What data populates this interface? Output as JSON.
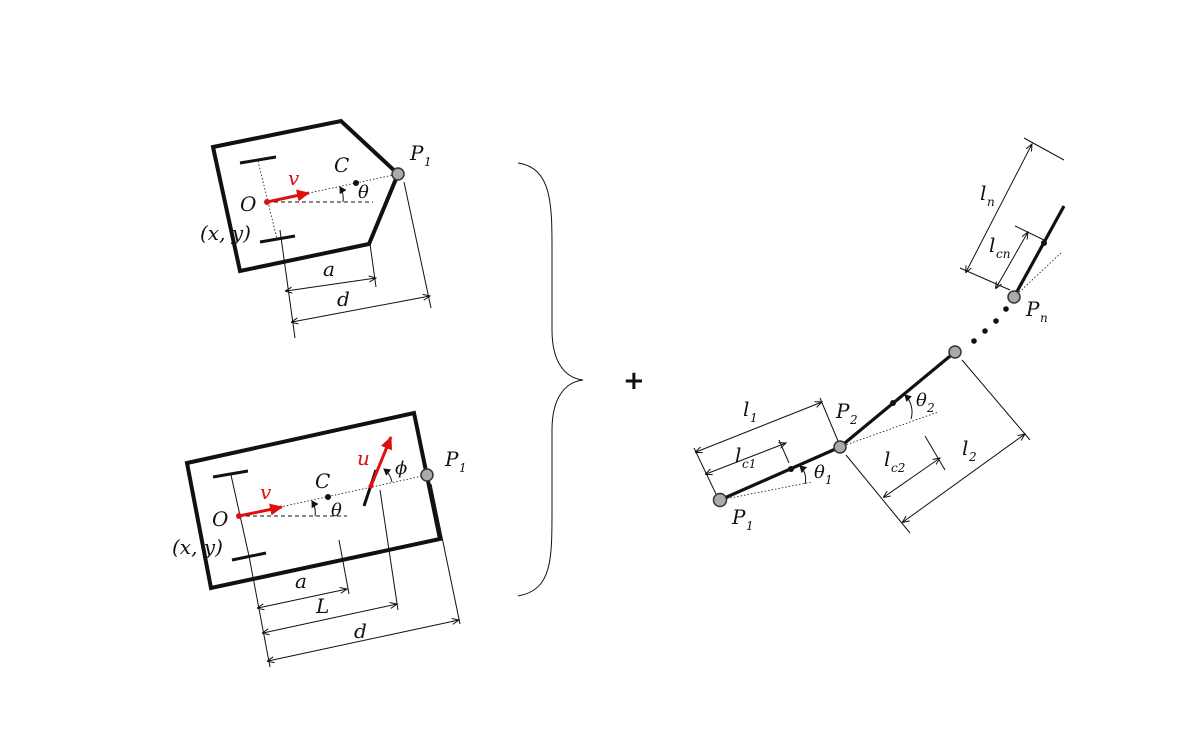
{
  "robot1": {
    "O": "O",
    "C": "C",
    "v": "v",
    "theta": "θ",
    "P": "P",
    "P_sub": "1",
    "xy": "(x, y)",
    "a": "a",
    "d": "d"
  },
  "robot2": {
    "O": "O",
    "C": "C",
    "v": "v",
    "u": "u",
    "theta": "θ",
    "phi": "ϕ",
    "P": "P",
    "P_sub": "1",
    "xy": "(x, y)",
    "a": "a",
    "L": "L",
    "d": "d"
  },
  "plus": "+",
  "chain": {
    "P1": "P",
    "P1_sub": "1",
    "P2": "P",
    "P2_sub": "2",
    "Pn": "P",
    "Pn_sub": "n",
    "l1": "l",
    "l1_sub": "1",
    "lc1": "l",
    "lc1_sub": "c1",
    "theta1": "θ",
    "theta1_sub": "1",
    "theta2": "θ",
    "theta2_sub": "2",
    "lc2": "l",
    "lc2_sub": "c2",
    "l2": "l",
    "l2_sub": "2",
    "ln": "l",
    "ln_sub": "n",
    "lcn": "l",
    "lcn_sub": "cn"
  }
}
